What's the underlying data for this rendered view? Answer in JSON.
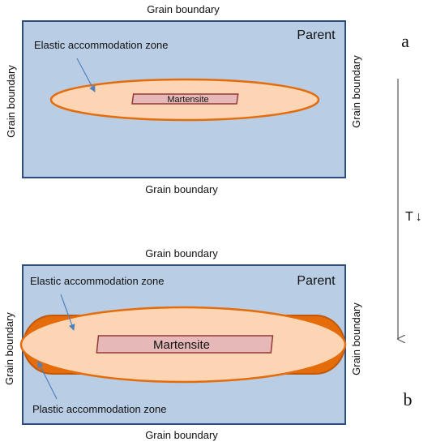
{
  "panel_a": {
    "label": "a",
    "parent": "Parent",
    "grain_boundary_top": "Grain boundary",
    "grain_boundary_bottom": "Grain boundary",
    "grain_boundary_left": "Grain boundary",
    "grain_boundary_right": "Grain boundary",
    "elastic_zone": "Elastic accommodation zone",
    "martensite": "Martensite"
  },
  "panel_b": {
    "label": "b",
    "parent": "Parent",
    "grain_boundary_top": "Grain boundary",
    "grain_boundary_bottom": "Grain boundary",
    "grain_boundary_left": "Grain boundary",
    "grain_boundary_right": "Grain boundary",
    "elastic_zone": "Elastic accommodation zone",
    "plastic_zone": "Plastic accommodation zone",
    "martensite": "Martensite"
  },
  "cooling": {
    "label": "T",
    "arrow_glyph": "↓"
  },
  "colors": {
    "grain_fill": "#b9cde5",
    "grain_stroke": "#2e4d7b",
    "elastic_fill": "#fcd5b5",
    "zone_stroke": "#e46c0a",
    "plastic_fill": "#e46c0a",
    "martensite_fill": "#e6b9b8",
    "martensite_stroke": "#953735",
    "pointer": "#4f81bd"
  }
}
